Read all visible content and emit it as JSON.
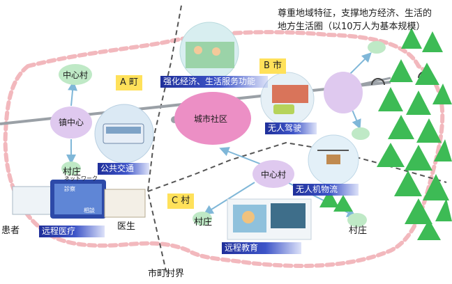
{
  "header_note": {
    "line1": "尊重地域特征，支撑地方经济、生活的",
    "line2": "地方生活圈（以10万人为基本规模）"
  },
  "regions": {
    "a": "A 町",
    "b": "B 市",
    "c": "C 村",
    "boundary": "市町村界"
  },
  "nodes": {
    "center_village_left": "中心村",
    "town_center": "镇中心",
    "village_left": "村庄",
    "city_community": "城市社区",
    "center_village_c": "中心村",
    "village_c_left": "村庄",
    "village_c_right": "村庄"
  },
  "services": {
    "commerce": "强化经济、生活服务功能",
    "public_transport": "公共交通",
    "autonomous_driving": "无人驾驶",
    "drone_logistics": "无人机物流",
    "remote_medicine": "远程医疗",
    "remote_education": "远程教育"
  },
  "people": {
    "patient": "患者",
    "doctor": "医生"
  },
  "clinic_signs": {
    "network": "ネットワーク",
    "clinic": "診察",
    "consult": "相談"
  },
  "colors": {
    "zone_border": "#f2b8bd",
    "city_ellipse": "#ec8fc5",
    "node_purple": "#dfc9ef",
    "node_green": "#bfe9c6",
    "road": "#9aa0a6",
    "service_bar": "#2b3fae",
    "region_tag": "#ffe15a",
    "trees": "#3dbb55"
  }
}
